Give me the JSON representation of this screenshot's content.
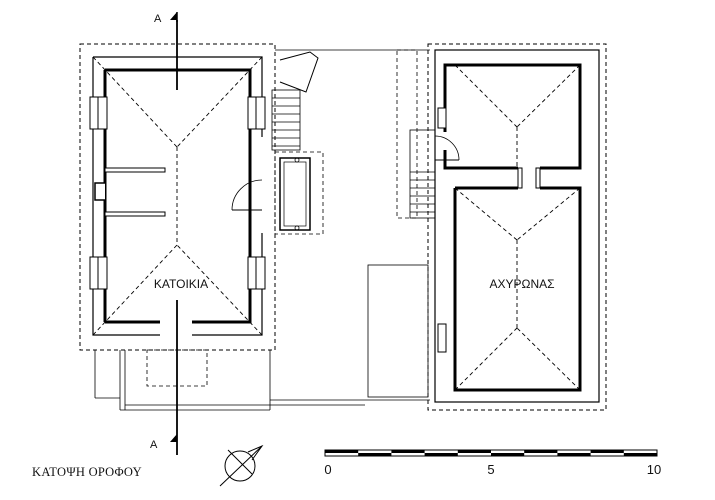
{
  "plan": {
    "title": "ΚΑΤΟΨΗ ΟΡΟΦΟΥ",
    "rooms": {
      "house": "ΚΑΤΟΙΚΙΑ",
      "barn": "ΑΧΥΡΩΝΑΣ"
    },
    "section_marker": "Α",
    "north_icon": "north-arrow-icon"
  },
  "scale_bar": {
    "ticks": [
      "0",
      "5",
      "10"
    ],
    "segments": 10
  },
  "colors": {
    "ink": "#000000",
    "paper": "#ffffff"
  }
}
